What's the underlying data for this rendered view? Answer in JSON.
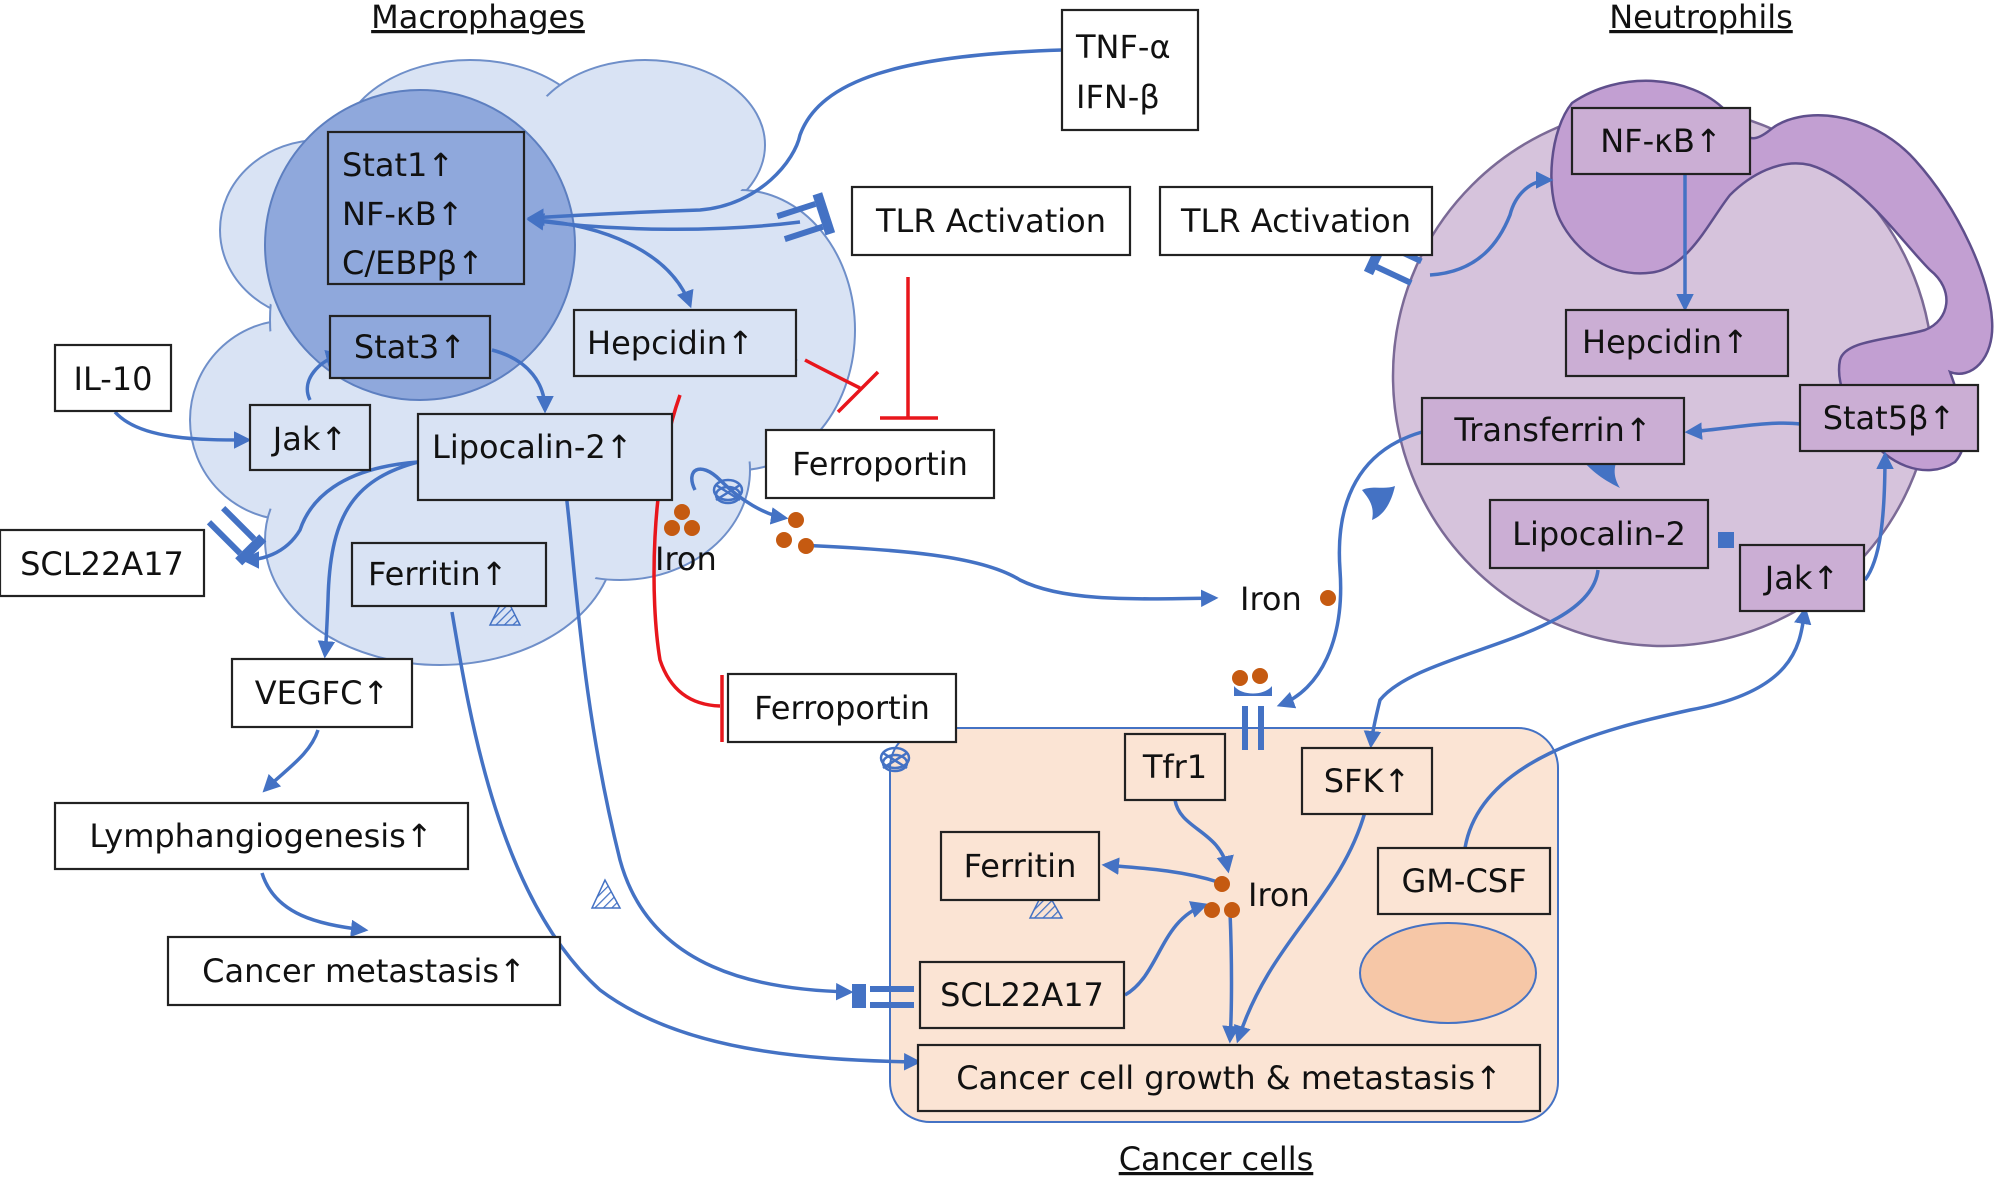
{
  "headings": {
    "macrophages": "Macrophages",
    "neutrophils": "Neutrophils",
    "cancer_cells": "Cancer cells"
  },
  "macrophage": {
    "nucleus_line1": "Stat1↑",
    "nucleus_line2": "NF-κB↑",
    "nucleus_line3": "C/EBPβ↑",
    "stat3": "Stat3↑",
    "hepcidin": "Hepcidin↑",
    "jak": "Jak↑",
    "lipocalin2": "Lipocalin-2↑",
    "ferritin": "Ferritin↑",
    "iron": "Iron"
  },
  "external": {
    "tnf": "TNF-α",
    "ifn": "IFN-β",
    "tlr_macrophage": "TLR Activation",
    "tlr_neutrophil": "TLR Activation",
    "ferroportin_top": "Ferroportin",
    "ferroportin_bottom": "Ferroportin",
    "il10": "IL-10",
    "scl_left": "SCL22A17",
    "vegfc": "VEGFC↑",
    "lymph": "Lymphangiogenesis↑",
    "metastasis": "Cancer metastasis↑",
    "iron_middle": "Iron"
  },
  "neutrophil": {
    "nfkb": "NF-κB↑",
    "hepcidin": "Hepcidin↑",
    "transferrin": "Transferrin↑",
    "stat5": "Stat5β↑",
    "lipocalin2": "Lipocalin-2",
    "jak": "Jak↑"
  },
  "cancer": {
    "tfr1": "Tfr1",
    "sfk": "SFK↑",
    "ferritin": "Ferritin",
    "iron": "Iron",
    "gmcsf": "GM-CSF",
    "scl": "SCL22A17",
    "growth": "Cancer cell growth & metastasis↑"
  },
  "colors": {
    "arrow_blue": "#4472c4",
    "inhibit_red": "#e8161c",
    "macrophage_fill": "#d9e3f4",
    "nucleus_fill": "#8fa8dc",
    "neutrophil_fill": "#d6c3dc",
    "neutrophil_nucleus": "#c29fd2",
    "cancer_fill": "#fbe4d4",
    "iron_dot": "#c55a11"
  },
  "icons": [
    "receptor-icon",
    "hepcidin-star-icon",
    "iron-dot-icon",
    "ferroportin-coil-icon",
    "transferrin-icon",
    "ferritin-cone-icon"
  ]
}
